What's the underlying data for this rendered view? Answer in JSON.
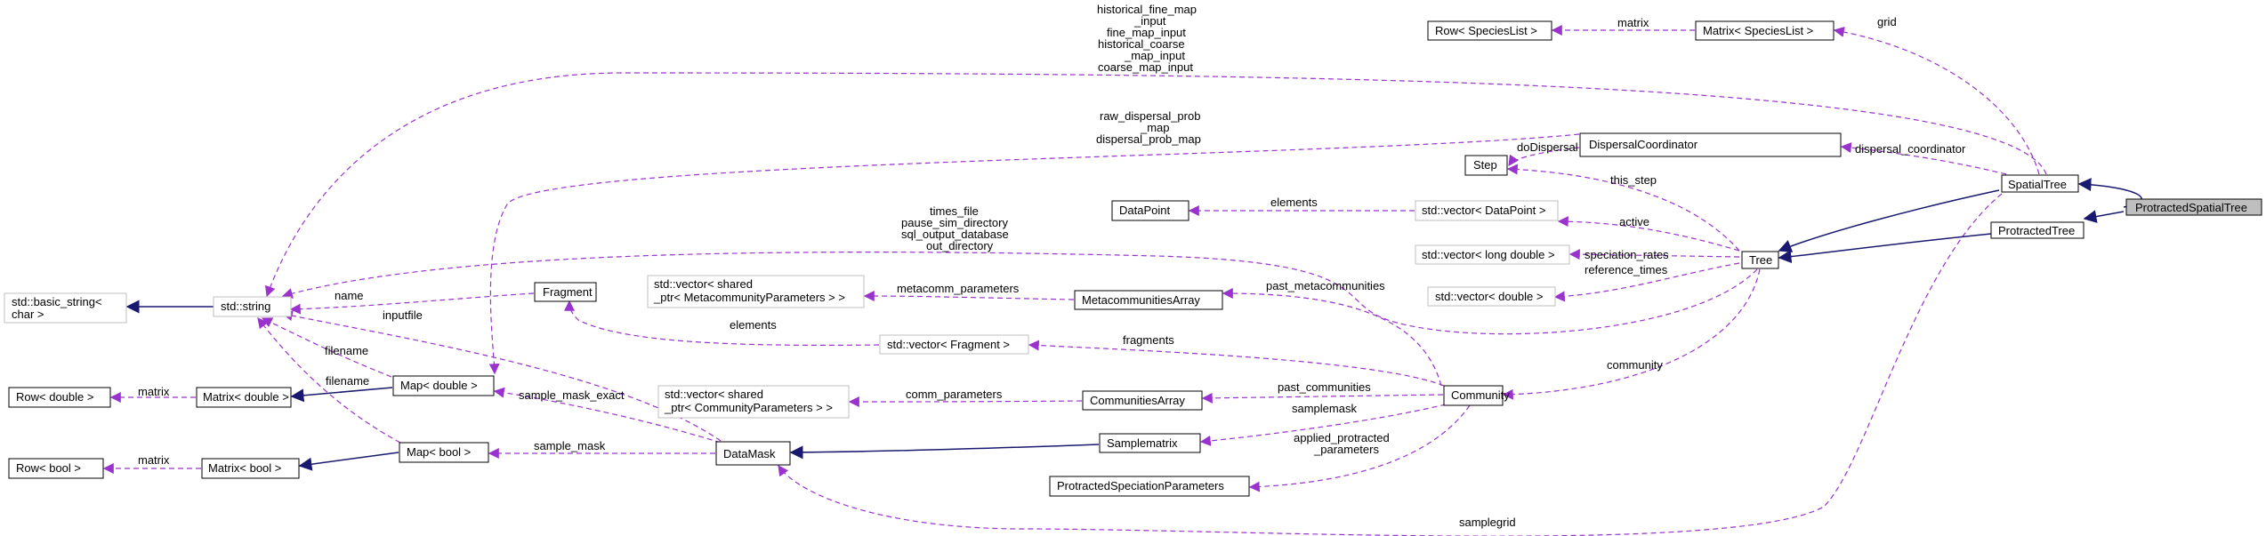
{
  "nodes": {
    "protracted_spatial_tree": "ProtractedSpatialTree",
    "spatial_tree": "SpatialTree",
    "protracted_tree": "ProtractedTree",
    "tree": "Tree",
    "row_specieslist": "Row< SpeciesList >",
    "matrix_specieslist": "Matrix< SpeciesList >",
    "dispersal_coordinator": "DispersalCoordinator",
    "step": "Step",
    "data_point": "DataPoint",
    "vector_datapoint": "std::vector< DataPoint >",
    "vector_long_double": "std::vector< long double >",
    "vector_double": "std::vector< double >",
    "basic_string": [
      "std::basic_string<",
      "char >"
    ],
    "std_string": "std::string",
    "fragment": "Fragment",
    "vector_metacomm": [
      "std::vector< shared",
      "_ptr< MetacommunityParameters > >"
    ],
    "metacommunities_array": "MetacommunitiesArray",
    "vector_fragment": "std::vector< Fragment >",
    "row_double": "Row< double >",
    "matrix_double": "Matrix< double >",
    "map_double": "Map< double >",
    "vector_comm": [
      "std::vector< shared",
      "_ptr< CommunityParameters > >"
    ],
    "communities_array": "CommunitiesArray",
    "community": "Community",
    "row_bool": "Row< bool >",
    "matrix_bool": "Matrix< bool >",
    "map_bool": "Map< bool >",
    "data_mask": "DataMask",
    "sample_matrix": "Samplematrix",
    "protracted_speciation_parameters": "ProtractedSpeciationParameters"
  },
  "edge_labels": {
    "grid": "grid",
    "matrix_specieslist": "matrix",
    "map_inputs": [
      "historical_fine_map",
      "_input",
      "fine_map_input",
      "historical_coarse",
      "_map_input",
      "coarse_map_input"
    ],
    "prob_maps": [
      "raw_dispersal_prob",
      "_map",
      "dispersal_prob_map"
    ],
    "do_dispersal": "doDispersal",
    "dispersal_coordinator": "dispersal_coordinator",
    "this_step": "this_step",
    "elements_datapoint": "elements",
    "active": "active",
    "string_files": [
      "times_file",
      "pause_sim_directory",
      "sql_output_database",
      "out_directory"
    ],
    "speciation_rates": "speciation_rates",
    "reference_times": "reference_times",
    "name": "name",
    "past_metacommunities": "past_metacommunities",
    "metacomm_parameters": "metacomm_parameters",
    "inputfile": "inputfile",
    "elements_fragment": "elements",
    "fragments": "fragments",
    "filename_double": "filename",
    "community": "community",
    "filename_bool": "filename",
    "matrix_double": "matrix",
    "sample_mask_exact": "sample_mask_exact",
    "comm_parameters": "comm_parameters",
    "past_communities": "past_communities",
    "samplemask": "samplemask",
    "applied_protracted": [
      "applied_protracted",
      "_parameters"
    ],
    "sample_mask": "sample_mask",
    "matrix_bool": "matrix",
    "samplegrid": "samplegrid"
  },
  "colors": {
    "inheritance_edge": "#191970",
    "collaboration_edge": "#9a32cd",
    "focus_node_fill": "#bfbfbf",
    "undocumented_node_border": "#bfbfbf"
  }
}
